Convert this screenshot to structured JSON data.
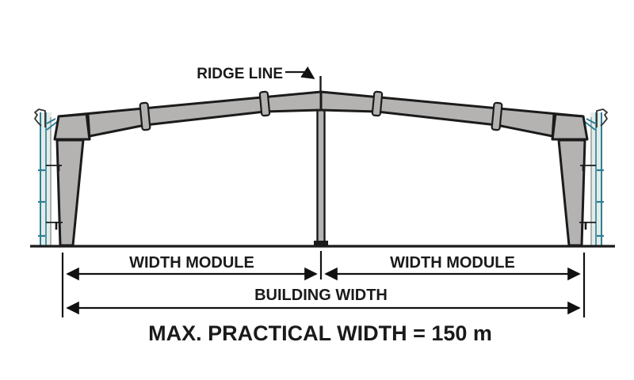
{
  "figure": {
    "labels": {
      "ridge_line": "RIDGE LINE",
      "width_module_left": "WIDTH MODULE",
      "width_module_right": "WIDTH MODULE",
      "building_width": "BUILDING WIDTH",
      "max_practical_width": "MAX. PRACTICAL WIDTH = 150 m"
    },
    "colors": {
      "background": "#ffffff",
      "frame_fill": "#b4b3b2",
      "frame_outline": "#1b1b1b",
      "dimension_line": "#111111",
      "text": "#1a1a1a",
      "sheeting_teal": "#2e7f96",
      "sheeting_fill": "#e4ece8",
      "girt_line": "#9aa4a0"
    }
  }
}
